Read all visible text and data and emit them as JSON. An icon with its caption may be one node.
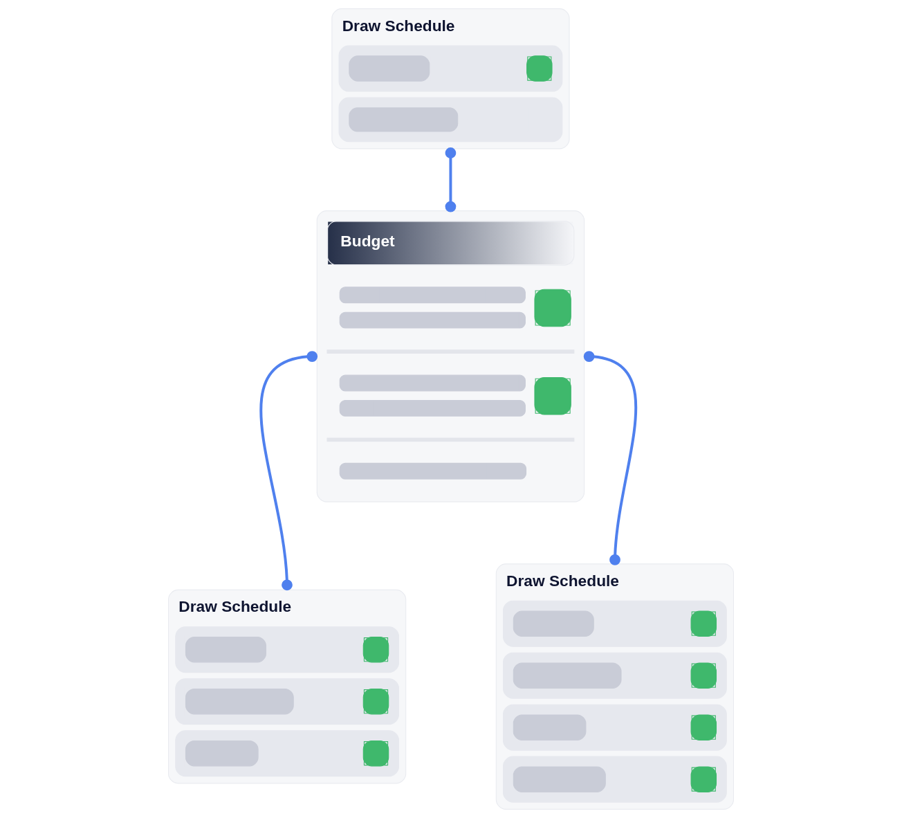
{
  "diagram": {
    "nodes": [
      {
        "text": [
          "Draw Schedule"
        ]
      },
      {
        "text": [
          "Budget"
        ]
      },
      {
        "text": [
          "Draw Schedule"
        ]
      },
      {
        "text": [
          "Draw Schedule"
        ]
      }
    ],
    "edges": [
      {
        "from": 0,
        "to": 1,
        "arrow": "other"
      },
      {
        "from": 1,
        "to": 2,
        "arrow": "other"
      },
      {
        "from": 1,
        "to": 3,
        "arrow": "other"
      }
    ]
  }
}
